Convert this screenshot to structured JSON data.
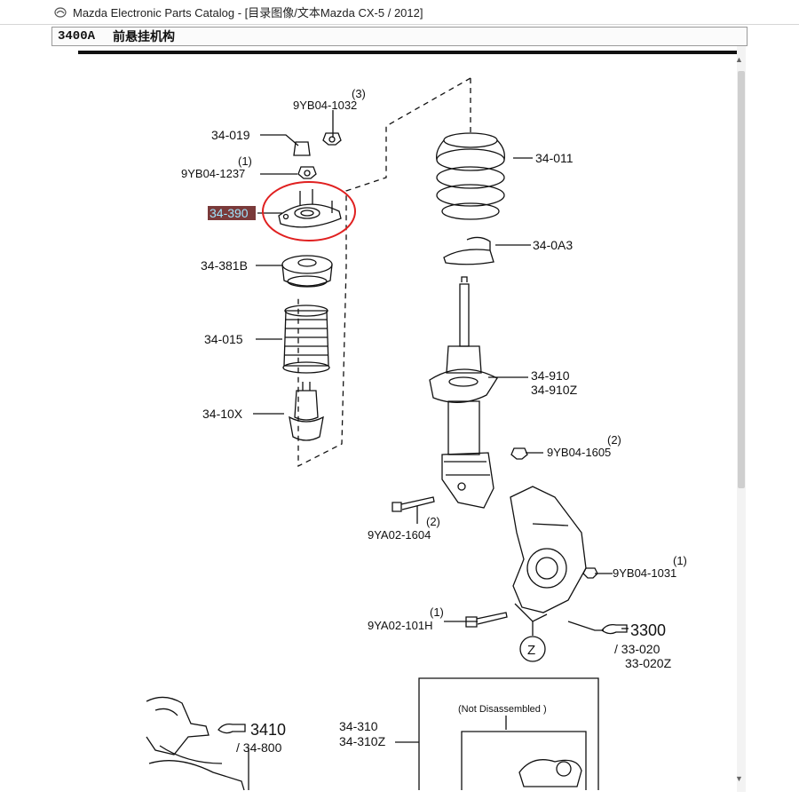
{
  "window": {
    "title": "Mazda Electronic Parts Catalog - [目录图像/文本Mazda CX-5 / 2012]"
  },
  "header": {
    "section_code": "3400A",
    "section_name": "前悬挂机构"
  },
  "colors": {
    "highlight_circle": "#e02020",
    "selected_label_bg": "#7a3a3a",
    "selected_label_text": "#9fe6ff"
  },
  "diagram": {
    "labels": {
      "p34_019": "34-019",
      "qty_9yb04_1032": "(3)",
      "p9yb04_1032": "9YB04-1032",
      "qty_9yb04_1237": "(1)",
      "p9yb04_1237": "9YB04-1237",
      "p34_390": "34-390",
      "p34_381b": "34-381B",
      "p34_015": "34-015",
      "p34_10x": "34-10X",
      "p34_011": "34-011",
      "p34_0a3": "34-0A3",
      "p34_910": "34-910",
      "p34_910z": "34-910Z",
      "qty_9yb04_1605": "(2)",
      "p9yb04_1605": "9YB04-1605",
      "qty_9ya02_1604": "(2)",
      "p9ya02_1604": "9YA02-1604",
      "qty_9yb04_1031": "(1)",
      "p9yb04_1031": "9YB04-1031",
      "qty_9ya02_101h": "(1)",
      "p9ya02_101h": "9YA02-101H",
      "ref_3300": "3300",
      "ref_33020": "/ 33-020",
      "ref_33020z": "33-020Z",
      "z_marker": "Z",
      "ref_3410": "3410",
      "ref_34800": "/ 34-800",
      "p34_310": "34-310",
      "p34_310z": "34-310Z",
      "not_disassembled": "(Not Disassembled )"
    }
  }
}
